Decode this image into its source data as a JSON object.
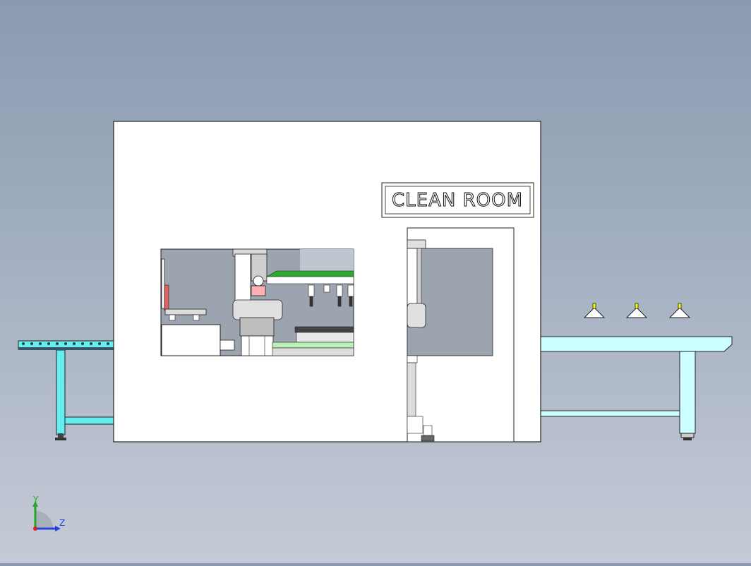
{
  "sign": {
    "label": "CLEAN ROOM"
  },
  "triad": {
    "y_label": "Y",
    "z_label": "Z"
  },
  "colors": {
    "background_top": "#8a9ab0",
    "background_bottom": "#c5cad6",
    "conveyor": "#66eeee",
    "table": "#ccffff",
    "enclosure": "#ffffff",
    "interior": "#9ca4b0",
    "gripper_rail": "#2fa82f",
    "lamp": "#ffff00"
  }
}
